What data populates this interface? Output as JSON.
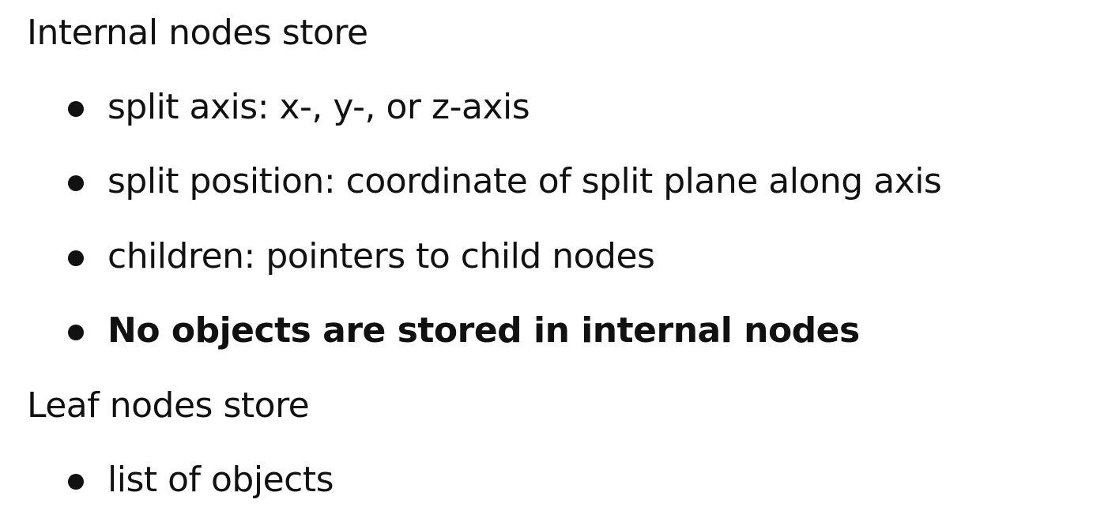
{
  "sections": [
    {
      "heading": "Internal nodes store",
      "bullets": [
        {
          "text": "split axis: x-, y-, or z-axis",
          "bold": false
        },
        {
          "text": "split position: coordinate of split plane along axis",
          "bold": false
        },
        {
          "text": "children: pointers to child nodes",
          "bold": false
        },
        {
          "text": "No objects are stored in internal nodes",
          "bold": true
        }
      ]
    },
    {
      "heading": "Leaf nodes store",
      "bullets": [
        {
          "text": "list of objects",
          "bold": false
        }
      ]
    }
  ],
  "colors": {
    "background": "#ffffff",
    "text": "#111111"
  }
}
